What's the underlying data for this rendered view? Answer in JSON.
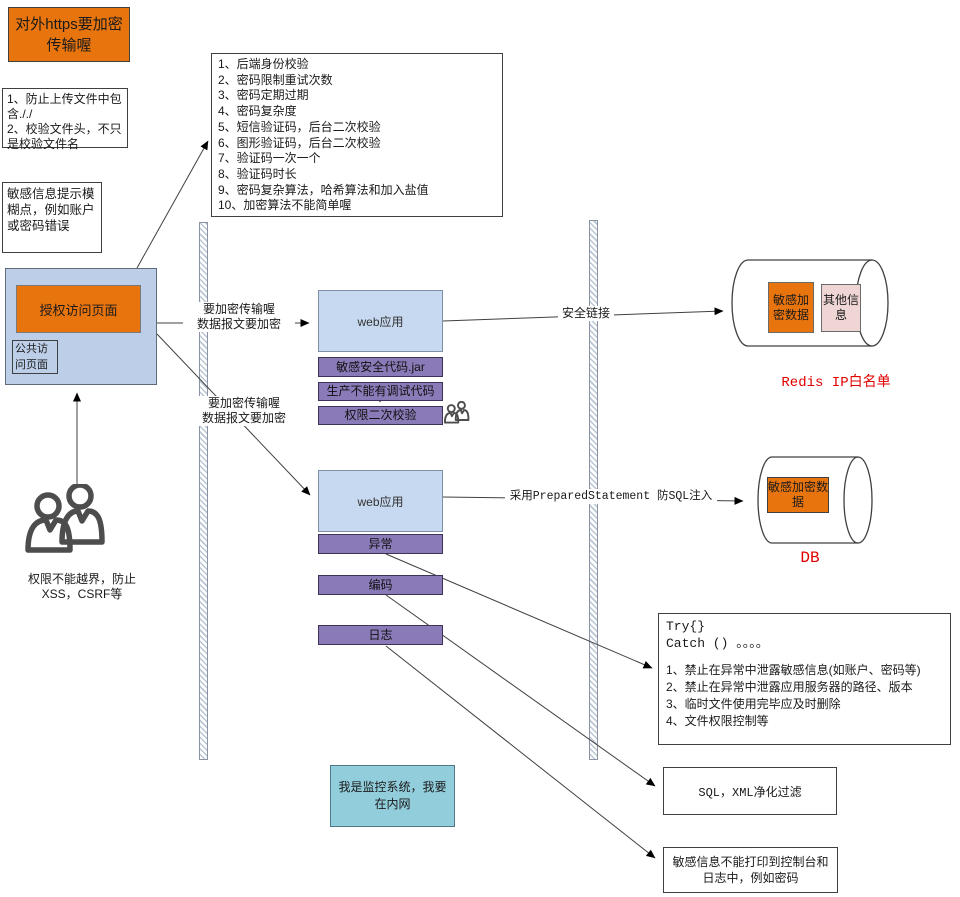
{
  "colors": {
    "orange": "#E8740E",
    "page_container_blue": "#BDCFE8",
    "webapp_blue": "#C7D9F0",
    "purple": "#8B7AB8",
    "teal": "#92CDDC",
    "pink": "#EFD6D5",
    "red_text": "#E00000"
  },
  "icons": {
    "big_people": "two-users-icon",
    "small_people": "two-users-icon"
  },
  "notes": {
    "https": "对外https要加密传输喔",
    "upload": "1、防止上传文件中包含././\n2、校验文件头，不只是校验文件名",
    "sensitive_hint": "敏感信息提示模糊点，例如账户或密码错误",
    "permission": "权限不能越界，防止\nXSS，CSRF等",
    "monitor": "我是监控系统，我要在内网"
  },
  "checklist": {
    "items": [
      "1、后端身份校验",
      "2、密码限制重试次数",
      "3、密码定期过期",
      "4、密码复杂度",
      "5、短信验证码，后台二次校验",
      "6、图形验证码，后台二次校验",
      "7、验证码一次一个",
      "8、验证码时长",
      "9、密码复杂算法，哈希算法和加入盐值",
      "10、加密算法不能简单喔"
    ]
  },
  "page": {
    "auth": "授权访问页面",
    "public": "公共访问页面"
  },
  "flow": {
    "encrypt": "要加密传输喔\n数据报文要加密",
    "secure_link": "安全链接",
    "prepared": "采用PreparedStatement 防SQL注入"
  },
  "apps": {
    "web1": "web应用",
    "web2": "web应用"
  },
  "stack1": {
    "items": [
      "敏感安全代码.jar",
      "生产不能有调试代码",
      "权限二次校验"
    ]
  },
  "stack2": {
    "items": [
      "异常",
      "编码",
      "日志"
    ]
  },
  "redis": {
    "sensitive": "敏感加密数据",
    "other": "其他信息",
    "label": "Redis IP白名单"
  },
  "db": {
    "sensitive": "敏感加密数据",
    "label": "DB"
  },
  "trycatch": {
    "header": "Try{}\nCatch () 。。。。",
    "items": [
      "1、禁止在异常中泄露敏感信息(如账户、密码等)",
      "2、禁止在异常中泄露应用服务器的路径、版本",
      "3、临时文件使用完毕应及时删除",
      "4、文件权限控制等"
    ]
  },
  "sqlxml": {
    "label": "SQL，XML净化过滤"
  },
  "nolog": {
    "label": "敏感信息不能打印到控制台和日志中，例如密码"
  }
}
